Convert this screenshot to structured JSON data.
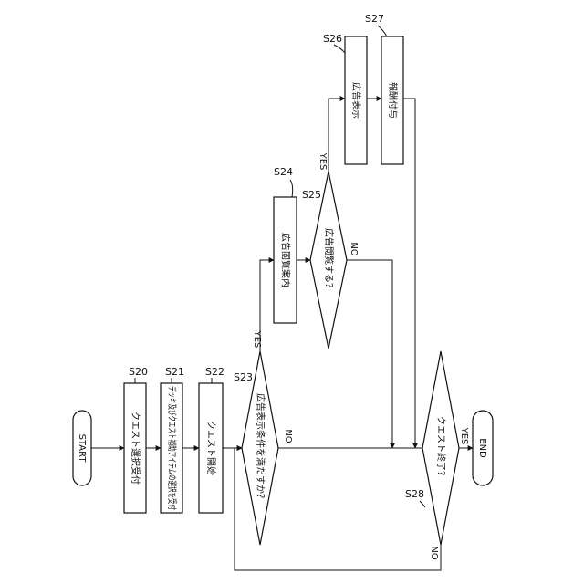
{
  "flowchart": {
    "start": "START",
    "end": "END",
    "steps": [
      {
        "id": "S20",
        "label": "S20",
        "text": "クエスト選択受付"
      },
      {
        "id": "S21",
        "label": "S21",
        "text": "デッキ及びクエスト補助アイテムの選択を受付"
      },
      {
        "id": "S22",
        "label": "S22",
        "text": "クエスト開始"
      },
      {
        "id": "S23",
        "label": "S23",
        "text": "広告表示条件を満たすか？"
      },
      {
        "id": "S24",
        "label": "S24",
        "text": "広告閲覧案内"
      },
      {
        "id": "S25",
        "label": "S25",
        "text": "広告閲覧する？"
      },
      {
        "id": "S26",
        "label": "S26",
        "text": "広告表示"
      },
      {
        "id": "S27",
        "label": "S27",
        "text": "報酬付与"
      },
      {
        "id": "S28",
        "label": "S28",
        "text": "クエスト終了？"
      }
    ],
    "branches": {
      "yes": "YES",
      "no": "NO"
    }
  }
}
